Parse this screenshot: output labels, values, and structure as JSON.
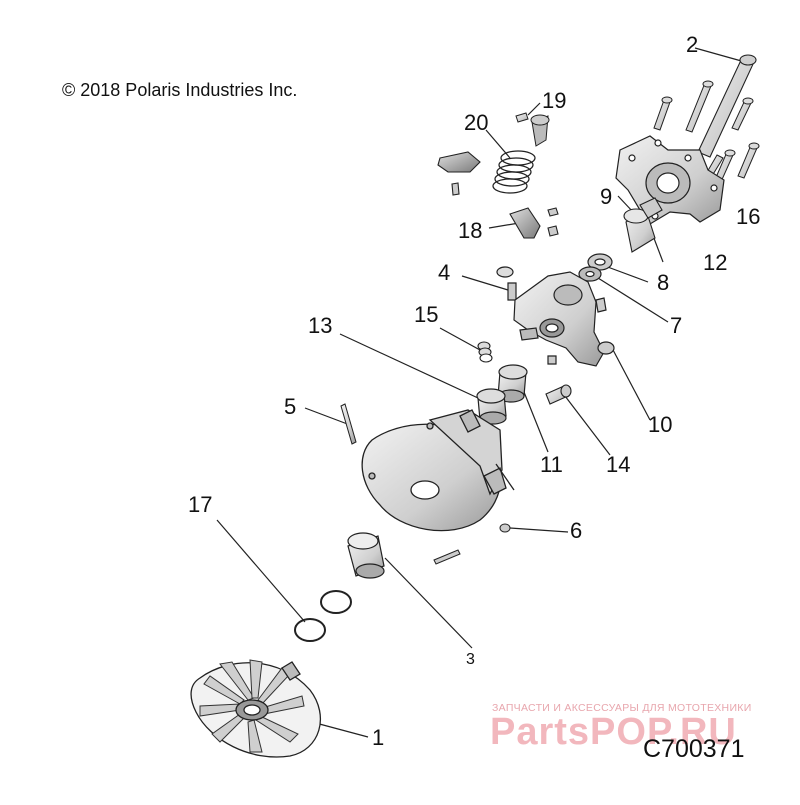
{
  "copyright": "© 2018 Polaris Industries Inc.",
  "diagram_code": "C700371",
  "watermark": {
    "tagline": "ЗАПЧАСТИ И АКСЕССУАРЫ ДЛЯ МОТОТЕХНИКИ",
    "logo": "PartsPOP.RU"
  },
  "callouts": [
    "1",
    "2",
    "3",
    "4",
    "5",
    "6",
    "7",
    "8",
    "9",
    "10",
    "11",
    "12",
    "13",
    "14",
    "15",
    "16",
    "17",
    "18",
    "19",
    "20"
  ],
  "colors": {
    "line": "#222222",
    "part_fill": "#d9d9d9",
    "part_shade": "#aaaaaa",
    "watermark": "#f2b7bd"
  }
}
